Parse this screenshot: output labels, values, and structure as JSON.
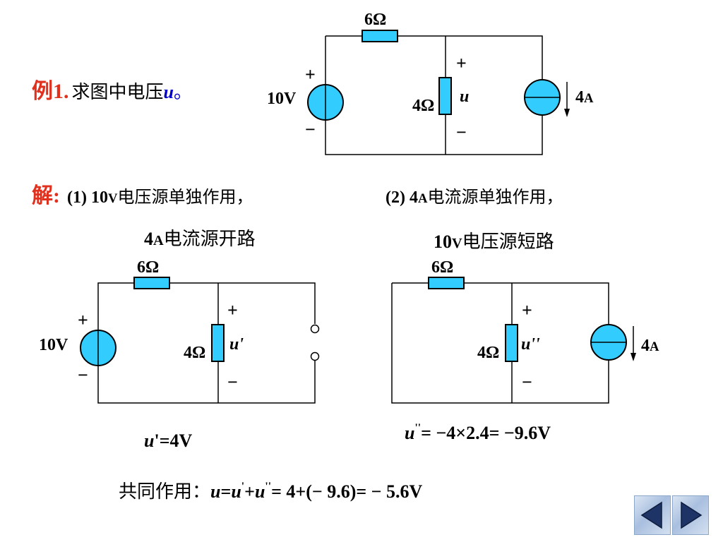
{
  "example": {
    "label": "例1.",
    "question_prefix": "求图中电压",
    "question_var": "u",
    "question_suffix": "。"
  },
  "solution": {
    "label": "解:",
    "case1_num": "(1) 10",
    "case1_unit": "V",
    "case1_text": "电压源单独作用，",
    "case1_sub_num": "4",
    "case1_sub_unit": "A",
    "case1_sub_text": "电流源开路",
    "case2_num": "(2) 4",
    "case2_unit": "A",
    "case2_text": "电流源单独作用，",
    "case2_sub_num": "10",
    "case2_sub_unit": "V",
    "case2_sub_text": "电压源短路"
  },
  "circuit_top": {
    "r_series": "6Ω",
    "r_mid": "4Ω",
    "v_source": "10V",
    "i_source_num": "4",
    "i_source_unit": "A",
    "plus": "+",
    "minus": "−",
    "var": "u"
  },
  "circuit_left": {
    "r_series": "6Ω",
    "r_mid": "4Ω",
    "v_source": "10V",
    "plus": "+",
    "minus": "−",
    "var": "u'"
  },
  "circuit_right": {
    "r_series": "6Ω",
    "r_mid": "4Ω",
    "i_source_num": "4",
    "i_source_unit": "A",
    "plus": "+",
    "minus": "−",
    "var": "u''"
  },
  "results": {
    "u1_var": "u",
    "u1_rest": "'=4V",
    "u2_var": "u",
    "u2_sup": "''",
    "u2_rest": "= −4×2.4= −9.6V",
    "combined_label": "共同作用：",
    "combined_var1": "u",
    "combined_eq1": "=",
    "combined_var2": "u",
    "combined_sup1": "'",
    "combined_plus": "+",
    "combined_var3": "u",
    "combined_sup2": "''",
    "combined_rest": "= 4+(− 9.6)= − 5.6V"
  },
  "nav": {
    "prev": "previous-slide",
    "next": "next-slide"
  },
  "colors": {
    "title_red": "#e0301e",
    "var_blue": "#0000cc",
    "component_fill": "#33ccff",
    "wire": "#000000"
  }
}
